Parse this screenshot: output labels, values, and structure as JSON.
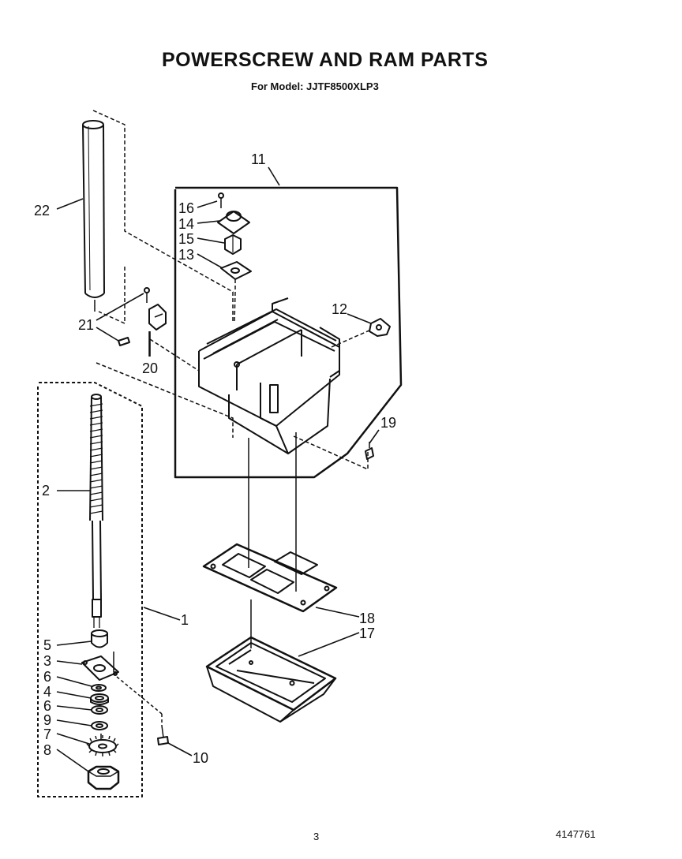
{
  "header": {
    "title": "POWERSCREW AND RAM PARTS",
    "model_line": "For Model: JJTF8500XLP3"
  },
  "footer": {
    "page_number": "3",
    "document_number": "4147761"
  },
  "callouts": [
    "1",
    "2",
    "3",
    "4",
    "5",
    "6",
    "6",
    "7",
    "8",
    "9",
    "10",
    "11",
    "12",
    "13",
    "14",
    "15",
    "16",
    "17",
    "18",
    "19",
    "20",
    "21",
    "22"
  ]
}
